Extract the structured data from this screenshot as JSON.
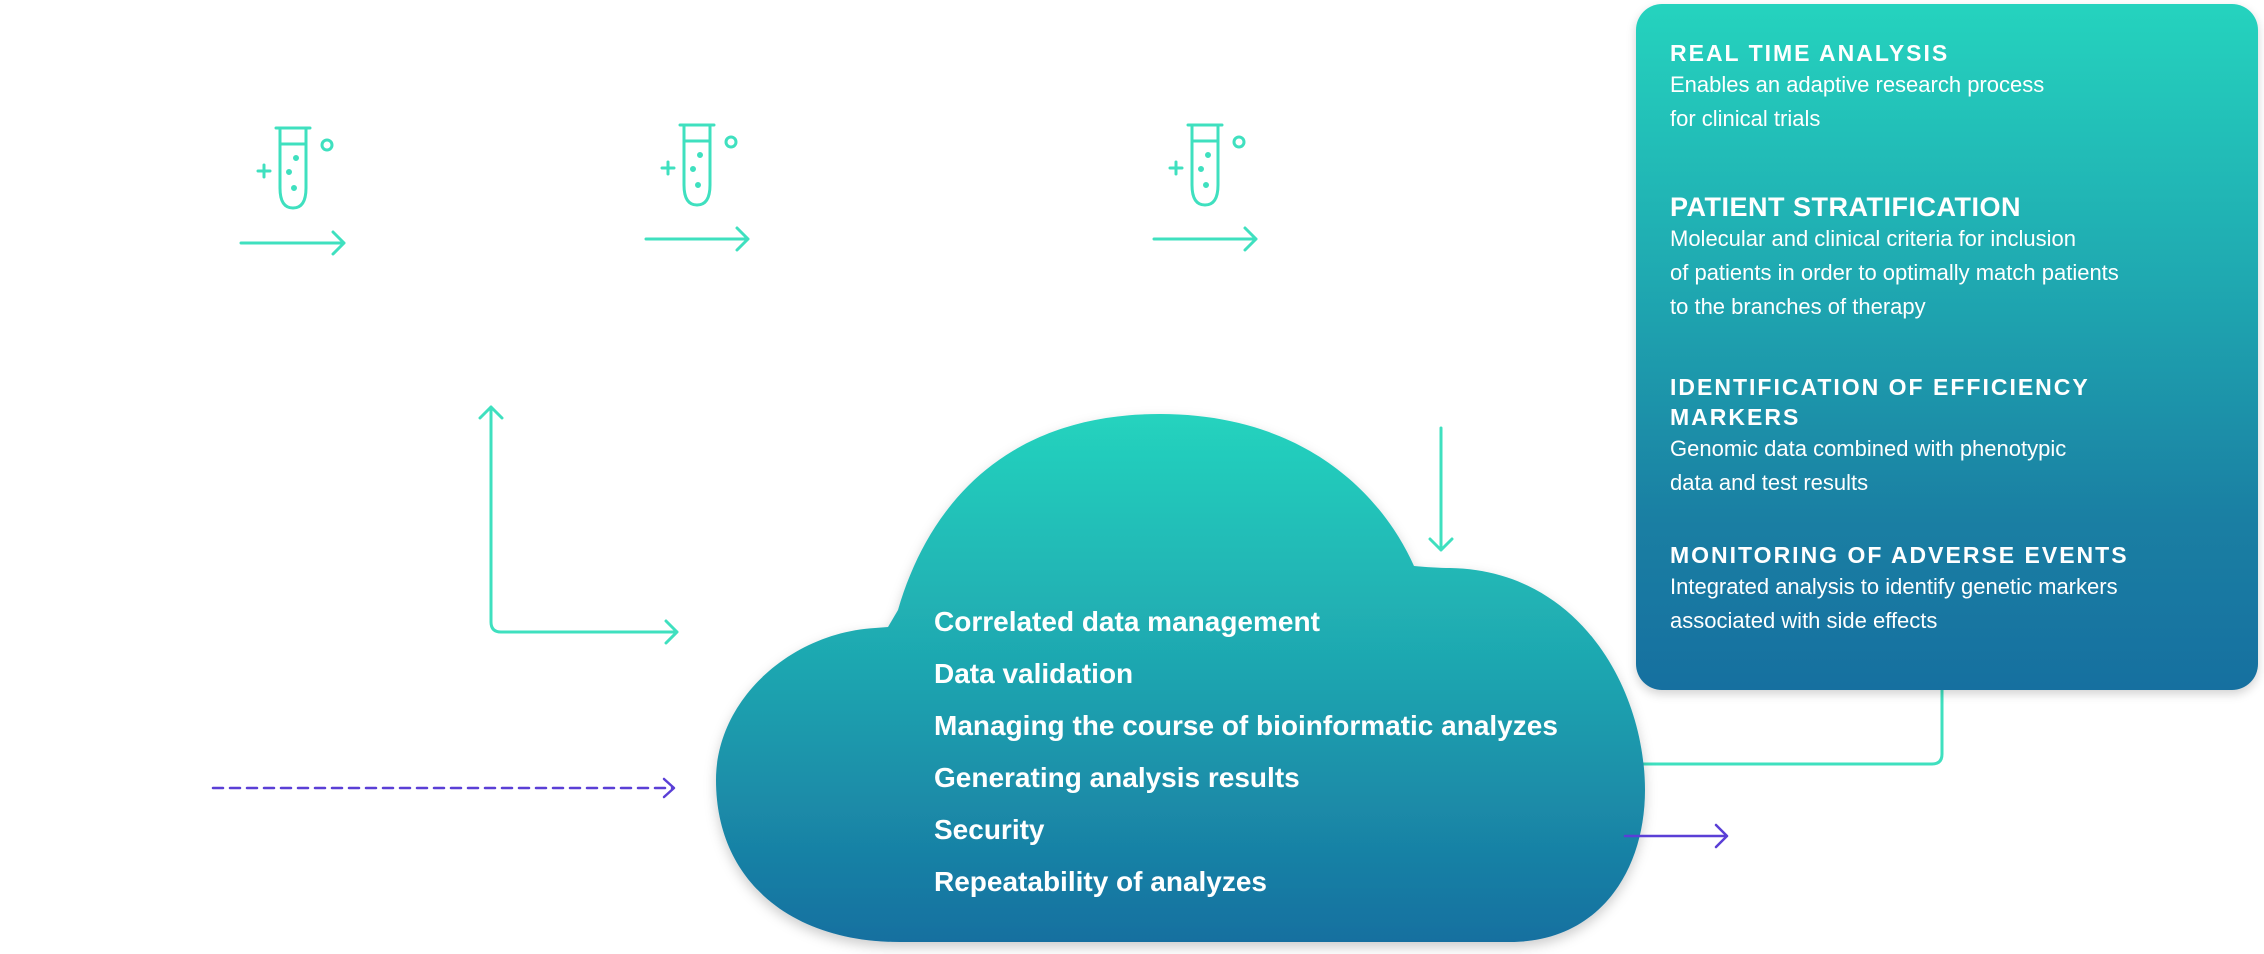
{
  "cloud": {
    "items": [
      "Correlated data management",
      "Data validation",
      "Managing the course of bioinformatic analyzes",
      "Generating analysis results",
      "Security",
      "Repeatability of analyzes"
    ]
  },
  "panel": {
    "sections": [
      {
        "title": "REAL TIME ANALYSIS",
        "text": "Enables an adaptive research process\nfor clinical trials"
      },
      {
        "title": "PATIENT STRATIFICATION",
        "text": "Molecular and clinical criteria for inclusion\nof patients in order to optimally match patients\nto the branches of therapy"
      },
      {
        "title": "IDENTIFICATION OF EFFICIENCY\nMARKERS",
        "text": "Genomic data combined with phenotypic\ndata and test results"
      },
      {
        "title": "MONITORING OF ADVERSE EVENTS",
        "text": "Integrated analysis to identify genetic markers\nassociated with side effects"
      }
    ]
  },
  "icons": {
    "test_tube": "test-tube-icon",
    "arrow": "arrow-right-icon"
  },
  "colors": {
    "accent": "#3fe0bf",
    "dashed": "#5a3fd6",
    "gradient_top": "#25d3be",
    "gradient_bottom": "#1670a0",
    "text": "#ffffff"
  }
}
